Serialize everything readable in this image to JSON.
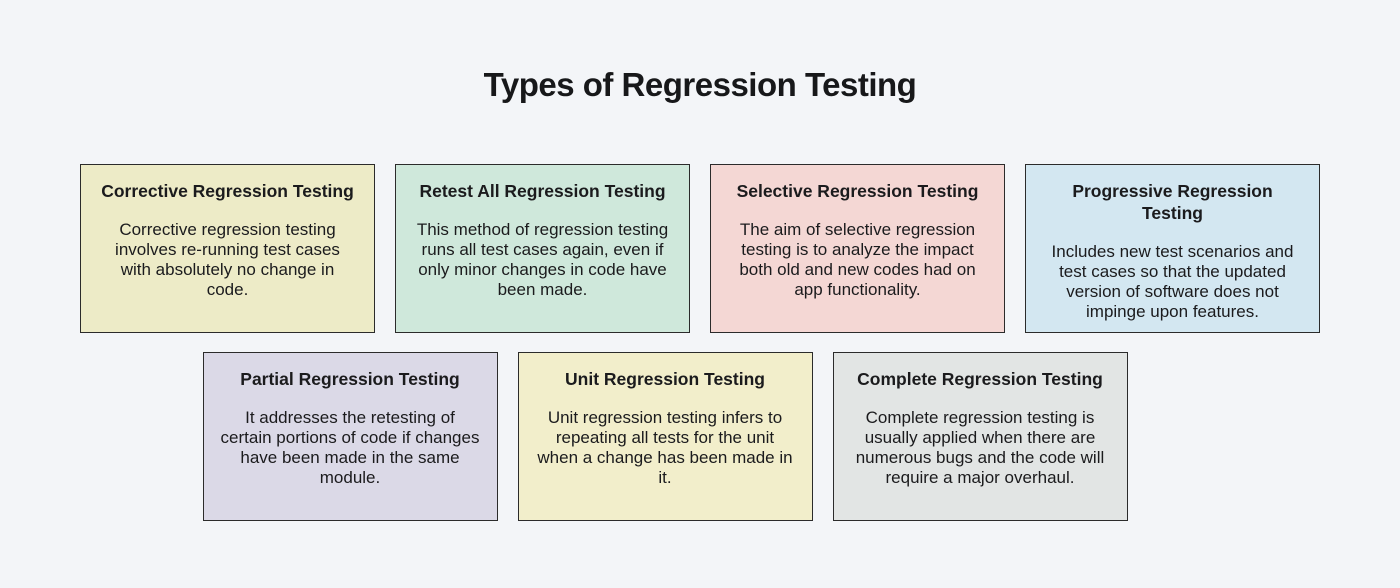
{
  "page": {
    "title": "Types of Regression Testing",
    "background_color": "#f3f5f8",
    "card_border_color": "#2b2b2b",
    "text_color": "#1b1b1d"
  },
  "cards": {
    "row1": [
      {
        "title": "Corrective Regression Testing",
        "body": "Corrective regression testing involves re-running test cases with absolutely no change in code.",
        "bg_color": "#edebc7"
      },
      {
        "title": "Retest All Regression Testing",
        "body": "This method of regression testing runs all test cases again, even if only minor changes in code have been made.",
        "bg_color": "#cfe8db"
      },
      {
        "title": "Selective Regression Testing",
        "body": "The aim of selective regression testing is to analyze the impact both old and new codes had on app functionality.",
        "bg_color": "#f4d7d4"
      },
      {
        "title": "Progressive Regression Testing",
        "body": "Includes new test scenarios and test cases so that the updated version of software does not impinge upon features.",
        "bg_color": "#d3e7f1"
      }
    ],
    "row2": [
      {
        "title": "Partial Regression Testing",
        "body": "It addresses the retesting of certain portions of code if changes have been made in the same module.",
        "bg_color": "#dbd9e7"
      },
      {
        "title": "Unit Regression Testing",
        "body": "Unit regression testing infers to repeating all tests for the unit when a change has been made in it.",
        "bg_color": "#f2eecb"
      },
      {
        "title": "Complete Regression Testing",
        "body": "Complete regression testing is usually applied when there are numerous bugs and the code will require a major overhaul.",
        "bg_color": "#e2e5e4"
      }
    ]
  }
}
